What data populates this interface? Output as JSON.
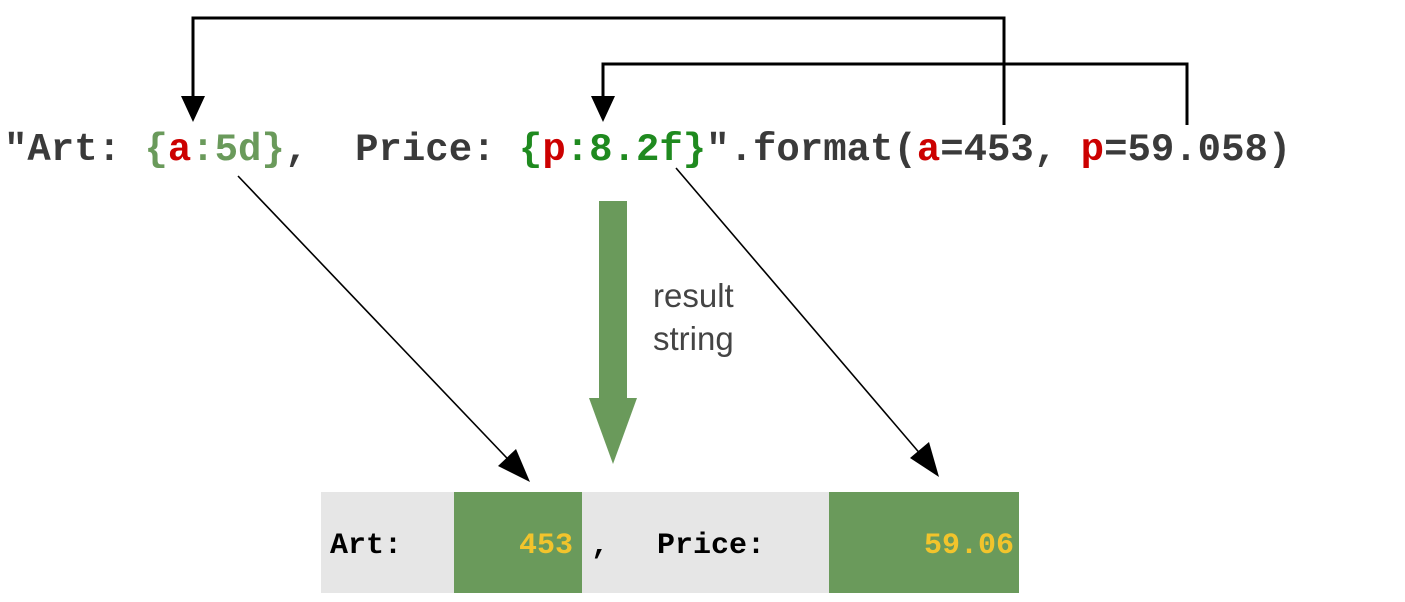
{
  "code": {
    "open_quote_art": "\"Art: ",
    "brace1_open": "{",
    "a_name1": "a",
    "a_spec": ":5d}",
    "sep": ",  Price: ",
    "brace2_open": "{",
    "p_name1": "p",
    "p_spec": ":8.2f}",
    "format_call": "\".format(",
    "a_name2": "a",
    "a_value": "=453, ",
    "p_name2": "p",
    "p_value": "=59.058)"
  },
  "caption": {
    "line1": "result",
    "line2": "string"
  },
  "result": {
    "art_label": "Art:",
    "art_value": "453",
    "comma": ",",
    "price_label": "Price:",
    "price_value": "59.06"
  },
  "colors": {
    "red": "#cc0000",
    "green": "#6a9a5b",
    "cell_green": "#6a9a5b",
    "cell_gray": "#e6e6e6",
    "value_yellow": "#f2c42c"
  }
}
